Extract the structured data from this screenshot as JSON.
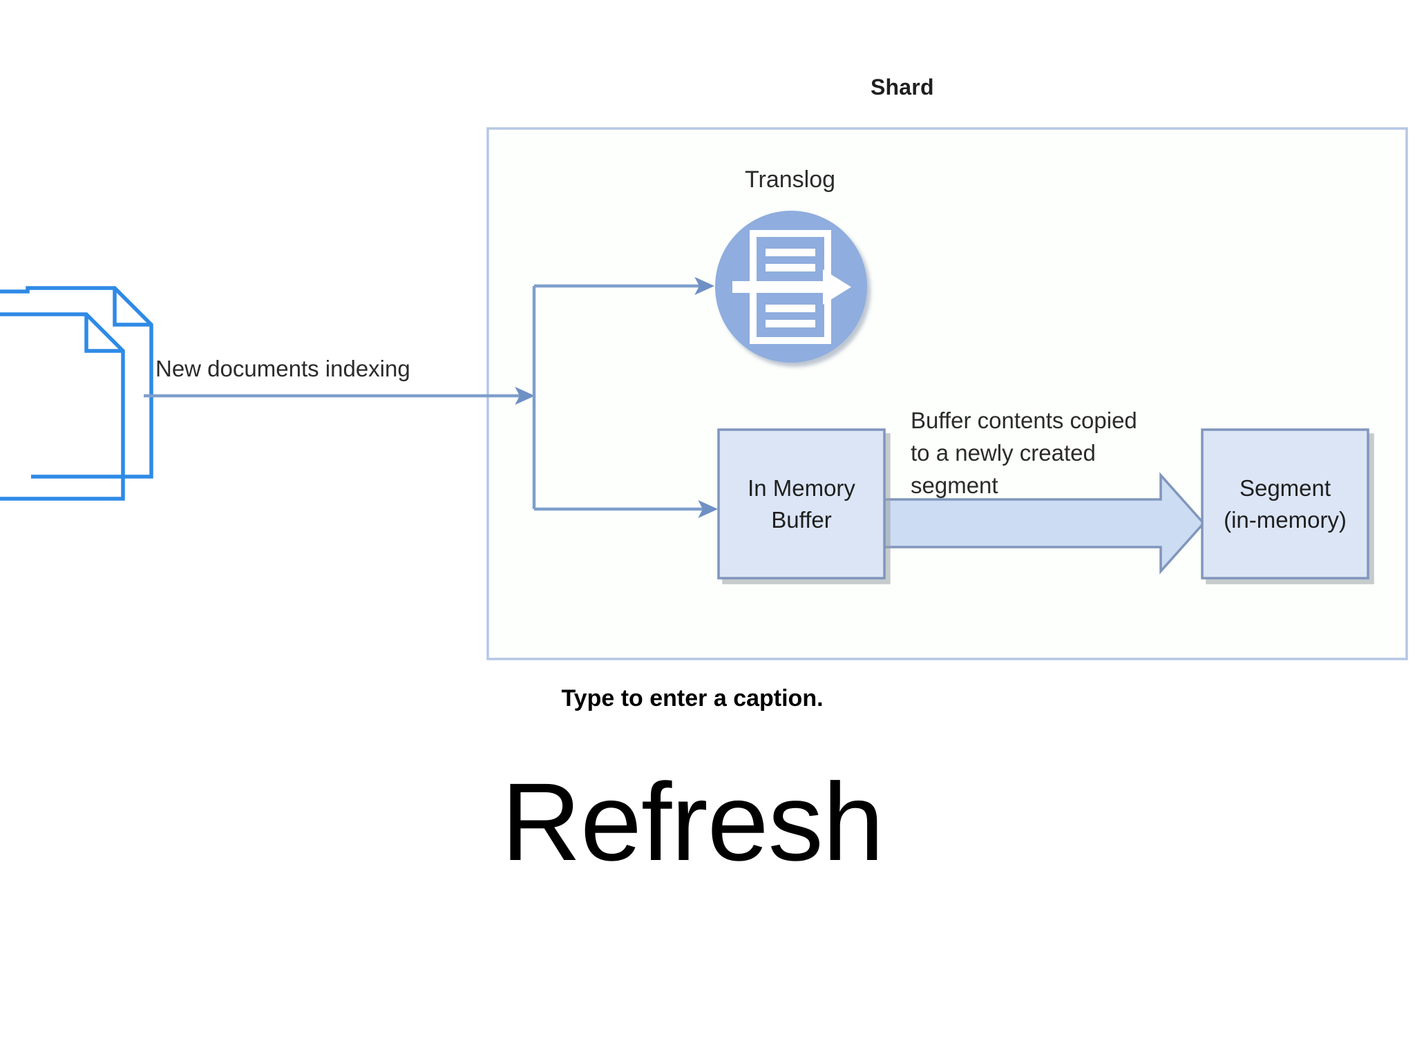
{
  "diagram": {
    "title": "Shard",
    "translog": {
      "label": "Translog",
      "icon": "translog-log-arrow-icon",
      "circle_color": "#8fadde"
    },
    "source": {
      "icon": "documents-stack-icon",
      "outline_color": "#2e8ae6"
    },
    "flows": {
      "indexing_label": "New documents indexing",
      "copy_label": "Buffer contents copied\nto a newly created\nsegment",
      "connector_color": "#7f9fcc"
    },
    "boxes": [
      {
        "id": "in-memory-buffer",
        "lines": [
          "In Memory",
          "Buffer"
        ],
        "fill": "#dbe5f5",
        "stroke": "#8096bc"
      },
      {
        "id": "segment-in-memory",
        "lines": [
          "Segment",
          "(in-memory)"
        ],
        "fill": "#dbe5f5",
        "stroke": "#8096bc"
      }
    ],
    "block_arrow": {
      "fill": "#ccdcf2",
      "stroke": "#8096bc"
    },
    "container": {
      "fill": "#fdfffc",
      "stroke": "#b6c7e6"
    }
  },
  "caption": "Type to enter a caption.",
  "heading": "Refresh"
}
